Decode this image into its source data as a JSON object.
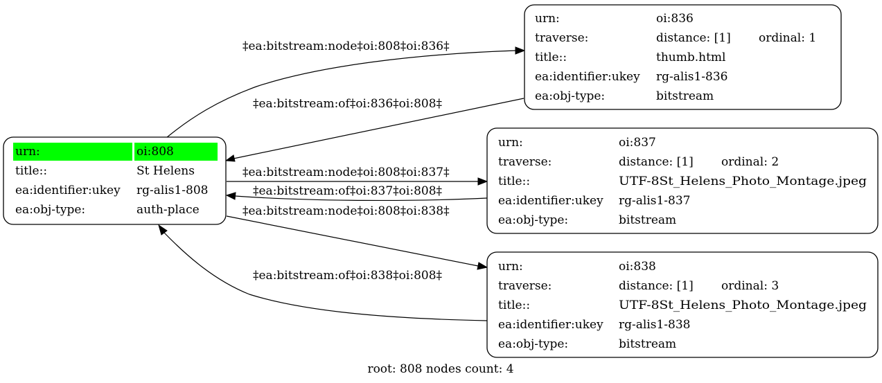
{
  "nodes": {
    "n808": {
      "rows": [
        {
          "key": "urn:",
          "value": "oi:808"
        },
        {
          "key": "title::",
          "value": "St Helens"
        },
        {
          "key": "ea:identifier:ukey",
          "value": "rg-alis1-808"
        },
        {
          "key": "ea:obj-type:",
          "value": "auth-place"
        }
      ],
      "highlight_color": "#00ff00"
    },
    "n836": {
      "rows": [
        {
          "key": "urn:",
          "value": "oi:836"
        },
        {
          "key": "traverse:",
          "value": "distance: [1]",
          "extra": "ordinal: 1"
        },
        {
          "key": "title::",
          "value": "thumb.html"
        },
        {
          "key": "ea:identifier:ukey",
          "value": "rg-alis1-836"
        },
        {
          "key": "ea:obj-type:",
          "value": "bitstream"
        }
      ]
    },
    "n837": {
      "rows": [
        {
          "key": "urn:",
          "value": "oi:837"
        },
        {
          "key": "traverse:",
          "value": "distance: [1]",
          "extra": "ordinal: 2"
        },
        {
          "key": "title::",
          "value": "UTF-8St_Helens_Photo_Montage.jpeg"
        },
        {
          "key": "ea:identifier:ukey",
          "value": "rg-alis1-837"
        },
        {
          "key": "ea:obj-type:",
          "value": "bitstream"
        }
      ]
    },
    "n838": {
      "rows": [
        {
          "key": "urn:",
          "value": "oi:838"
        },
        {
          "key": "traverse:",
          "value": "distance: [1]",
          "extra": "ordinal: 3"
        },
        {
          "key": "title::",
          "value": "UTF-8St_Helens_Photo_Montage.jpeg"
        },
        {
          "key": "ea:identifier:ukey",
          "value": "rg-alis1-838"
        },
        {
          "key": "ea:obj-type:",
          "value": "bitstream"
        }
      ]
    }
  },
  "edges": {
    "node_836": "‡ea:bitstream:node‡oi:808‡oi:836‡",
    "of_836": "‡ea:bitstream:of‡oi:836‡oi:808‡",
    "node_837": "‡ea:bitstream:node‡oi:808‡oi:837‡",
    "of_837": "‡ea:bitstream:of‡oi:837‡oi:808‡",
    "node_838": "‡ea:bitstream:node‡oi:808‡oi:838‡",
    "of_838": "‡ea:bitstream:of‡oi:838‡oi:808‡"
  },
  "footer": "root: 808 nodes count: 4"
}
